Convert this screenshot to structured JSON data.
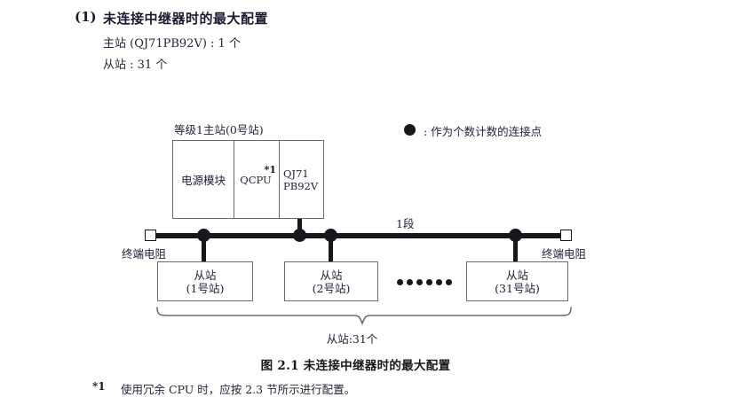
{
  "heading": {
    "number": "(1)",
    "title": "未连接中继器时的最大配置",
    "spec_lines": [
      "主站 (QJ71PB92V) : 1 个",
      "从站 : 31 个"
    ]
  },
  "legend": {
    "marker": "filled-circle",
    "text": ": 作为个数计数的连接点"
  },
  "diagram": {
    "master_label": "等级1主站(0号站)",
    "rack": {
      "power_module": "电源模块",
      "cpu_module": "QCPU",
      "cpu_footnote_mark": "*1",
      "master_module_line1": "QJ71",
      "master_module_line2": "PB92V"
    },
    "segment_label": "1段",
    "terminator_left": "终端电阻",
    "terminator_right": "终端电阻",
    "slaves": [
      {
        "line1": "从站",
        "line2": "(1号站)"
      },
      {
        "line1": "从站",
        "line2": "(2号站)"
      },
      {
        "line1": "从站",
        "line2": "(31号站)"
      }
    ],
    "ellipsis_dot_count": 6,
    "brace_label": "从站:31个"
  },
  "figure_caption": "图 2.1  未连接中继器时的最大配置",
  "footnote": {
    "mark": "*1",
    "text": "使用冗余 CPU 时，应按 2.3 节所示进行配置。"
  },
  "colors": {
    "ink": "#22223b",
    "line": "#17171c",
    "box_border": "#6b6b72"
  }
}
